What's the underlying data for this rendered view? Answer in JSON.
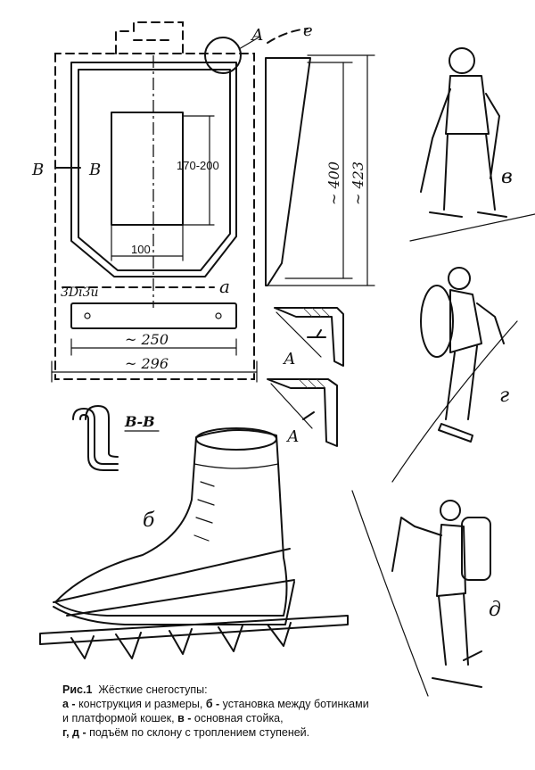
{
  "labels": {
    "section_left": "В",
    "section_right": "В",
    "callout_a": "А",
    "callout_e": "е",
    "dim_170_200": "170-200",
    "dim_100": "100",
    "cut_label": "3Di3и",
    "sub_a": "а",
    "dim_250": "~ 250",
    "dim_296": "~ 296",
    "dim_400": "~ 400",
    "dim_423": "~ 423",
    "section_bb": "В-В",
    "arrow_a_top": "А",
    "arrow_a_bottom": "А",
    "sub_b": "б",
    "sub_v": "в",
    "sub_g": "г",
    "sub_d": "д"
  },
  "caption": {
    "title": "Рис.1",
    "title_text": "Жёсткие снегоступы:",
    "lines": [
      {
        "key": "а -",
        "text": " конструкция и размеры, "
      },
      {
        "key": "б -",
        "text": " установка между ботинками"
      },
      {
        "key": "",
        "text": "и платформой кошек, "
      },
      {
        "key": "в -",
        "text": " основная стойка,"
      },
      {
        "key": "г, д -",
        "text": " подъём по склону с троплением ступеней."
      }
    ]
  }
}
